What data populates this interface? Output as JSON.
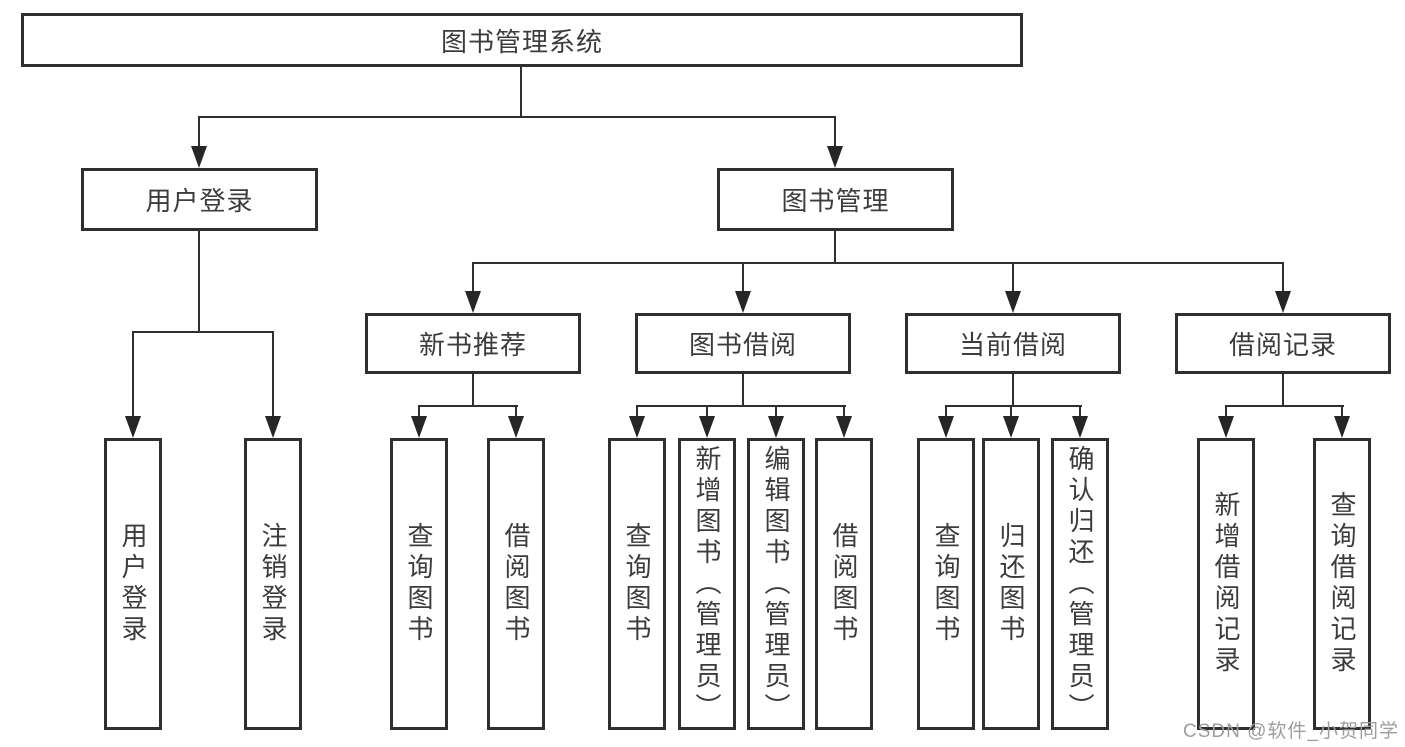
{
  "diagram": {
    "type": "hierarchy-tree",
    "root": {
      "label": "图书管理系统"
    },
    "level2": {
      "user_login": {
        "label": "用户登录"
      },
      "book_mgmt": {
        "label": "图书管理"
      }
    },
    "level3": {
      "new_books": {
        "label": "新书推荐"
      },
      "book_borrow": {
        "label": "图书借阅"
      },
      "current_borrow": {
        "label": "当前借阅"
      },
      "borrow_records": {
        "label": "借阅记录"
      }
    },
    "leaves": {
      "user_login": {
        "label": "用户登录",
        "parent": "用户登录"
      },
      "logout": {
        "label": "注销登录",
        "parent": "用户登录"
      },
      "nb_query": {
        "label": "查询图书",
        "parent": "新书推荐"
      },
      "nb_borrow": {
        "label": "借阅图书",
        "parent": "新书推荐"
      },
      "bb_query": {
        "label": "查询图书",
        "parent": "图书借阅"
      },
      "bb_add": {
        "label": "新增图书（管理员）",
        "parent": "图书借阅"
      },
      "bb_edit": {
        "label": "编辑图书（管理员）",
        "parent": "图书借阅"
      },
      "bb_borrow": {
        "label": "借阅图书",
        "parent": "图书借阅"
      },
      "cb_query": {
        "label": "查询图书",
        "parent": "当前借阅"
      },
      "cb_return": {
        "label": "归还图书",
        "parent": "当前借阅"
      },
      "cb_confirm": {
        "label": "确认归还（管理员）",
        "parent": "当前借阅"
      },
      "br_add": {
        "label": "新增借阅记录",
        "parent": "借阅记录"
      },
      "br_query": {
        "label": "查询借阅记录",
        "parent": "借阅记录"
      }
    },
    "colors": {
      "line": "#2f2f2f",
      "box_border": "#2f2f2f",
      "text": "#3c3c3c",
      "background": "#ffffff",
      "watermark": "#9d9d9d"
    }
  },
  "watermark": {
    "text": "CSDN @软件_小贺同学"
  }
}
